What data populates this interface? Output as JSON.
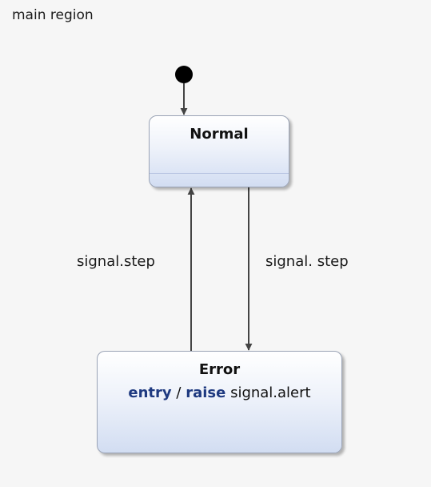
{
  "region": {
    "label": "main region"
  },
  "states": {
    "normal": {
      "name": "Normal"
    },
    "error": {
      "name": "Error",
      "entry_keyword": "entry",
      "separator": "/",
      "raise_keyword": "raise",
      "raise_event": "signal.alert"
    }
  },
  "transitions": {
    "error_to_normal": {
      "label": "signal.step"
    },
    "normal_to_error": {
      "label": "signal. step"
    }
  },
  "colors": {
    "keyword": "#1f3a80",
    "edge": "#444444",
    "state_border": "#9aa3b5"
  }
}
